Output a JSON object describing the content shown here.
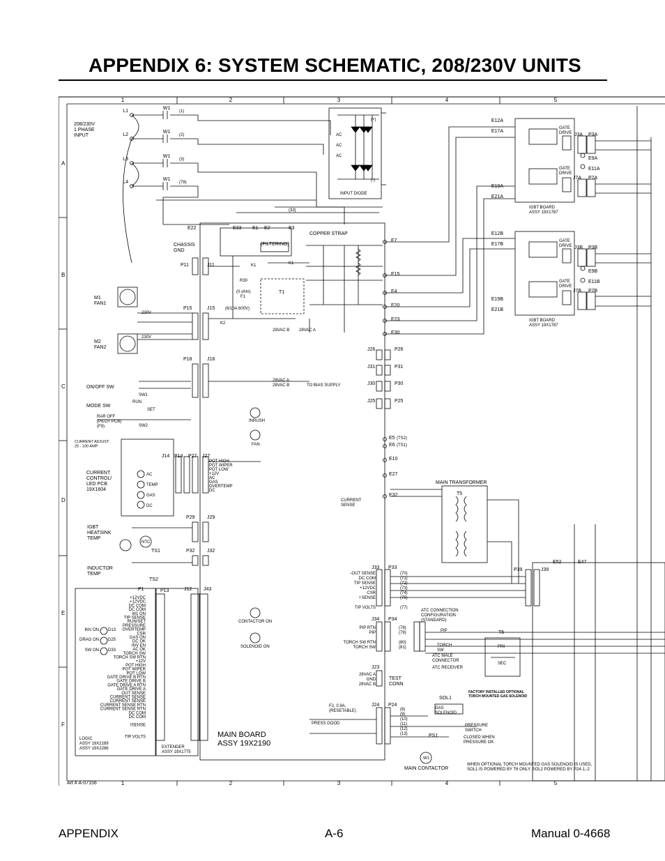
{
  "page": {
    "title": "APPENDIX 6:  SYSTEM SCHEMATIC, 208/230V UNITS",
    "footer_left": "APPENDIX",
    "footer_center": "A-6",
    "footer_right": "Manual 0-4668",
    "art_number": "Art # A-07156"
  },
  "grid": {
    "columns": [
      "1",
      "2",
      "3",
      "4",
      "5"
    ],
    "rows": [
      "A",
      "B",
      "C",
      "D",
      "E",
      "F"
    ]
  },
  "input": {
    "supply": "208/230V\n1 PHASE\nINPUT",
    "lines": [
      "L1",
      "L2",
      "L3",
      "L4"
    ],
    "switch": "W1",
    "wire_nums": [
      "(1)",
      "(2)",
      "(3)",
      "(78)"
    ]
  },
  "input_diode": {
    "label": "INPUT DIODE",
    "ac": "AC",
    "pos": "(+)",
    "neg": "(-)"
  },
  "igbt": {
    "top": {
      "e_top": [
        "E12A",
        "E17A"
      ],
      "e_bot": [
        "E19A",
        "E21A"
      ],
      "j_top": "J3A",
      "p_top": "P3A",
      "j_bot": "J7A",
      "p_bot": "P7A",
      "e_side": [
        "E9A",
        "E11A"
      ],
      "board": "IGBT BOARD\nASSY 19X1787",
      "gate": "GATE\nDRIVE"
    },
    "bot": {
      "e_top": [
        "E12B",
        "E17B"
      ],
      "e_bot": [
        "E19B",
        "E21B"
      ],
      "j_top": "J3B",
      "p_top": "P3B",
      "j_bot": "J7B",
      "p_bot": "P7B",
      "e_side": [
        "E9B",
        "E11B"
      ],
      "board": "IGBT BOARD\nASSY 19X1787",
      "gate": "GATE\nDRIVE"
    }
  },
  "main_board": {
    "label": "MAIN BOARD\nASSY 19X2190",
    "terminals_top": [
      "E22",
      "E33",
      "E1",
      "E2",
      "E3"
    ],
    "copper_strap": "COPPER STRAP",
    "filtering": "(FILTERING)",
    "wire_33": "(33)",
    "right_terminals": [
      "E7",
      "E15",
      "E4",
      "E20",
      "E23",
      "E30"
    ],
    "mid_terminals": [
      "E5",
      "E6",
      "E10",
      "E27",
      "E32"
    ],
    "ts_labels": [
      "(TS2)",
      "(TS1)"
    ],
    "t1": "T1",
    "r30": "R30",
    "ohm": "(0 ohm)",
    "f1": "F1",
    "f1_rating": "(6/10A 600V)",
    "k1": "K1",
    "k2": "K2",
    "vac_a": "28VAC A",
    "vac_b": "28VAC B",
    "to_bias": "TO BIAS SUPPLY",
    "inrush": "INRUSH",
    "fan": "FAN",
    "contactor_on": "CONTACTOR ON",
    "solenoid_on": "SOLENOID ON",
    "press_good": "PRESS GOOD",
    "fuse2": "F2, 0.9A,\n(RESETABLE)"
  },
  "connectors": {
    "j26": "J26",
    "p26": "P26",
    "j31": "J31",
    "p31": "P31",
    "j30": "J30",
    "p30": "P30",
    "j25": "J25",
    "p25": "P25",
    "j33": "J33",
    "p33": "P33",
    "j34": "J34",
    "p34": "P34",
    "j23": "J23",
    "j24": "J24",
    "p24": "P24",
    "p39": "P39",
    "j39": "J39",
    "p11": "P11",
    "j11": "J11",
    "p15": "P15",
    "j15": "J15",
    "p18": "P18",
    "j18": "J18",
    "j14": "J14",
    "p14": "P14",
    "p27": "P27",
    "j27": "J27",
    "p29": "P29",
    "j29": "J29",
    "p32": "P32",
    "j32": "J32",
    "p1": "P1",
    "p13": "P13",
    "j12": "J12",
    "j43": "J43"
  },
  "left_components": {
    "chassis": "CHASSIS\nGND",
    "fan1": "M1\nFAN1",
    "fan2": "M2\nFAN2",
    "v230": "230V",
    "onoff": "ON/OFF SW",
    "sw1": "SW1",
    "mode": "MODE SW",
    "run": "RUN",
    "set": "SET",
    "rar": "RAR OFF\n(PILOT PCB)\n(F9)",
    "sw2": "SW2",
    "current_adjust": "CURRENT ADJUST:\n25  -  100 AMP",
    "ccb": "CURRENT\nCONTROL/\nLED PCB\n19X1604",
    "leds": [
      "AC",
      "TEMP",
      "GAS",
      "DC"
    ],
    "j27_signals": [
      "POT HIGH",
      "POT WIPER",
      "POT LOW",
      "+12V",
      "AC",
      "GAS",
      "OVERTEMP",
      "DC"
    ],
    "igbt_temp": "IGBT\nHEATSINK\nTEMP",
    "ts1": "TS1",
    "ntc": "NTC",
    "ind_temp": "INDUCTOR\nTEMP",
    "ts2": "TS2"
  },
  "logic": {
    "label": "LOGIC\nASSY 19X2189\nASSY 19X2286",
    "extender": "EXTENDER\nASSY 19X1775",
    "leds": [
      "INV ON",
      "D13",
      "DRAG ON",
      "D25",
      "SW ON",
      "D33"
    ],
    "signals": [
      "+12VDC",
      "+12VDC",
      "DC COM",
      "DC COM",
      "W1 ON",
      "TIP SENSE",
      "RUN/SET",
      "PRESSURE",
      "OVERTEMP",
      "CSR",
      "GAS ON",
      "DC OK",
      "INV EN",
      "AC OK",
      "TORCH SW",
      "TORCH SW RTN",
      "+12V",
      "POT HIGH",
      "POT WIPER",
      "POT LOW",
      "GATE DRIVE B RTN",
      "GATE DRIVE B",
      "GATE DRIVE A RTN",
      "GATE DRIVE A",
      "OUT SENSE",
      "CURRENT SENSE",
      "CURRENT SENSE",
      "CURRENT SENSE RTN",
      "CURRENT SENSE RTN",
      "DC COM",
      "DC COM",
      "",
      "ISENSE",
      "",
      "",
      "TIP VOLTS"
    ]
  },
  "right_section": {
    "main_transformer": "MAIN TRANSFORMER",
    "t5": "T5",
    "current_sense": "CURRENT\nSENSE",
    "pri": "PRI",
    "sec": "SEC",
    "e52": "E52",
    "e47": "E47",
    "j33_signals": [
      "-OUT SENSE",
      "DC COM",
      "TIP SENSE",
      "+12VDC",
      "CSR",
      "I SENSE",
      "",
      "TIP VOLTS"
    ],
    "j33_wires": [
      "(70)",
      "(71)",
      "(72)",
      "(73)",
      "(74)",
      "(75)",
      "",
      "(77)"
    ],
    "atc_config": "ATC CONNECTION\nCONFIGURATION\n(STANDARD)",
    "pip": "PIP",
    "j34_signals": [
      "PIP RTN",
      "PIP",
      "",
      "TORCH SW RTN",
      "TORCH SW"
    ],
    "j34_wires": [
      "(78)",
      "(79)",
      "",
      "(80)",
      "(81)"
    ],
    "torch_sw": "TORCH\nSW",
    "atc_male": "ATC MALE\nCONNECTOR",
    "atc_recv": "ATC RECEIVER",
    "t6": "T6",
    "j23_signals": [
      "28VAC A",
      "GND",
      "28VAC B"
    ],
    "test_conn": "TEST\nCONN",
    "factory": "FACTORY INSTALLED OPTIONAL\nTORCH MOUNTED GAS SOLENOID",
    "sol1": "SOL1",
    "gas_sol": "GAS\nSOLENOID",
    "ps1": "PS1",
    "pressure_sw": "PRESSURE\nSWITCH",
    "closed_when": "CLOSED WHEN\nPRESSURE OK",
    "w1": "W1",
    "main_contactor": "MAIN CONTACTOR",
    "note": "WHEN OPTIONAL TORCH MOUNTED GAS SOLENOID IS USED,\nSOL1 IS POWERED BY T6 ONLY. SOL2 POWERED BY P24-1,-2",
    "j24_wires": [
      "(8)",
      "(9)",
      "(10)",
      "(11)",
      "(12)",
      "(13)"
    ]
  }
}
